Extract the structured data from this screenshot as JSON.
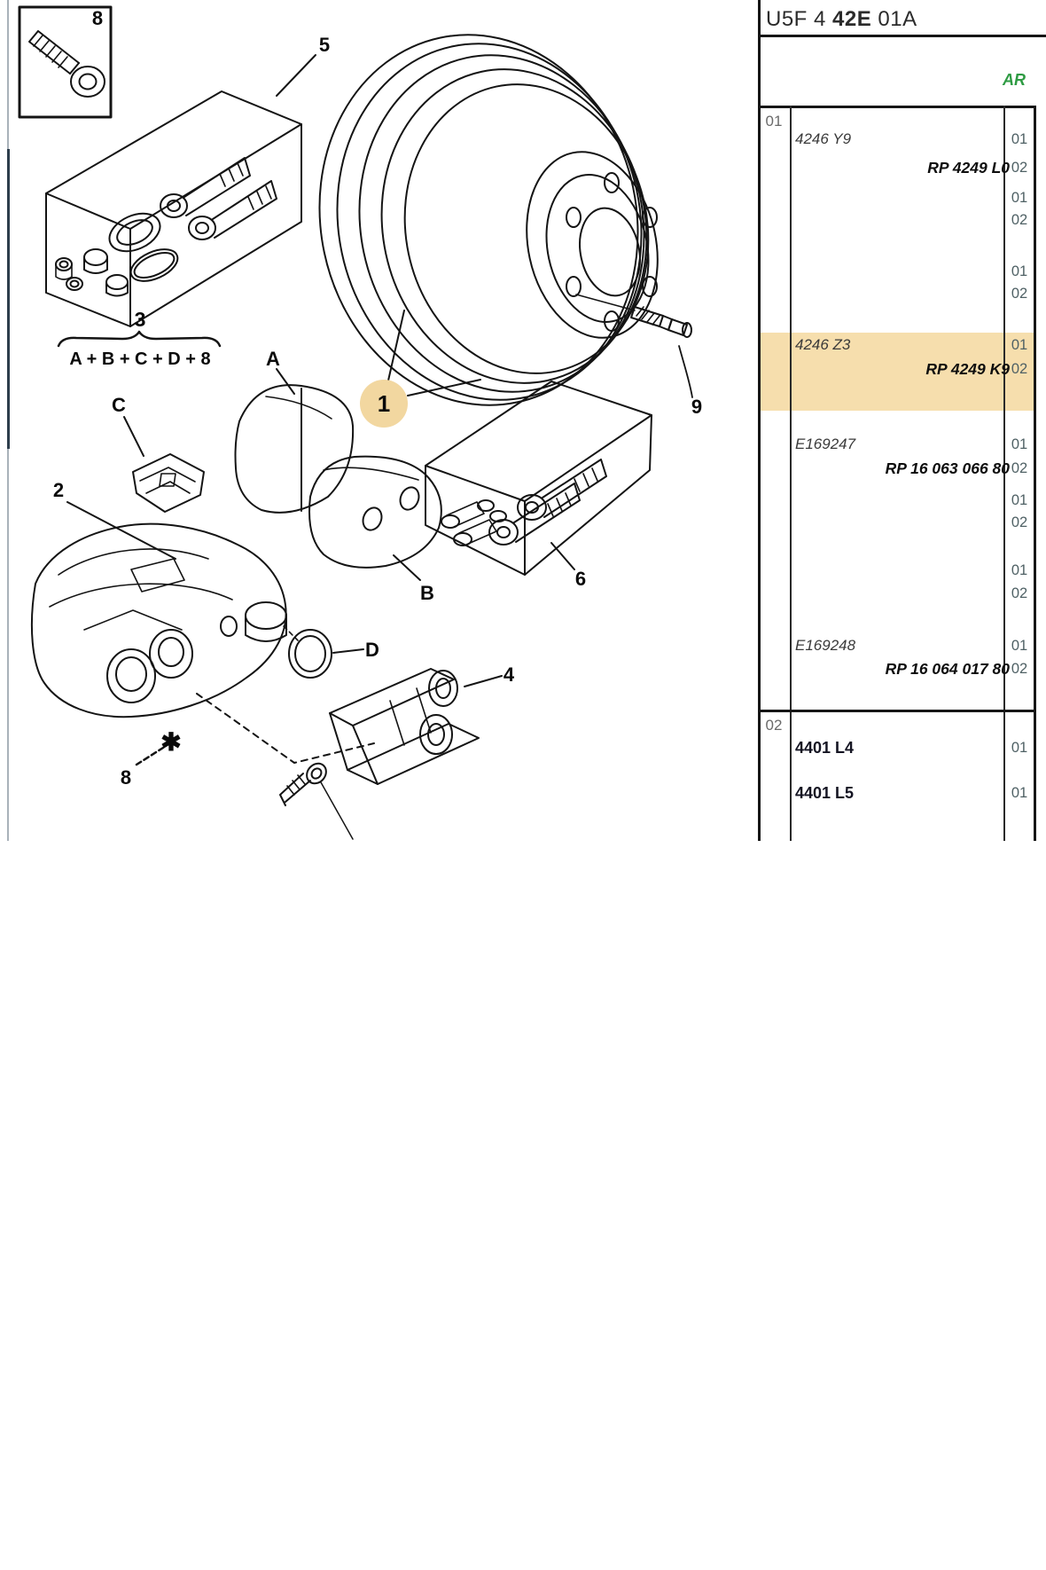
{
  "header": {
    "code_part1": "U5F 4 ",
    "code_part2": "42E",
    "code_part3": " 01A",
    "region_label": "AR"
  },
  "colors": {
    "row_highlight": "#f6dead",
    "balloon_fill": "#f2d7a0",
    "region_green": "#2e9b43",
    "line_art": "#141414"
  },
  "diagram": {
    "inset_label": "8",
    "kit_upper_label": "5",
    "group_label": "3",
    "formula": "A + B + C + D + 8",
    "pad_outer_label": "A",
    "pad_inner_label": "B",
    "clip_label": "C",
    "cap_label": "D",
    "caliper_label": "2",
    "balloon_label": "1",
    "bracket_label": "4",
    "kit_lower_label": "6",
    "stud_label": "9",
    "star_glyph": "✱",
    "star_label": "8"
  },
  "table": {
    "section1_label": "01",
    "section2_label": "02",
    "rows": [
      {
        "text": "4246 Y9",
        "qty": "01"
      },
      {
        "text": "RP 4249 L0",
        "qty": "02"
      },
      {
        "text": "",
        "qty": "01"
      },
      {
        "text": "",
        "qty": "02"
      },
      {
        "text": "",
        "qty": "01"
      },
      {
        "text": "",
        "qty": "02"
      },
      {
        "text": "4246 Z3",
        "qty": "01"
      },
      {
        "text": "RP 4249 K9",
        "qty": "02"
      },
      {
        "text": "E169247",
        "qty": "01"
      },
      {
        "text": "RP 16 063 066 80",
        "qty": "02"
      },
      {
        "text": "",
        "qty": "01"
      },
      {
        "text": "",
        "qty": "02"
      },
      {
        "text": "",
        "qty": "01"
      },
      {
        "text": "",
        "qty": "02"
      },
      {
        "text": "E169248",
        "qty": "01"
      },
      {
        "text": "RP 16 064 017 80",
        "qty": "02"
      },
      {
        "text": "4401 L4",
        "qty": "01"
      },
      {
        "text": "4401 L5",
        "qty": "01"
      }
    ]
  }
}
